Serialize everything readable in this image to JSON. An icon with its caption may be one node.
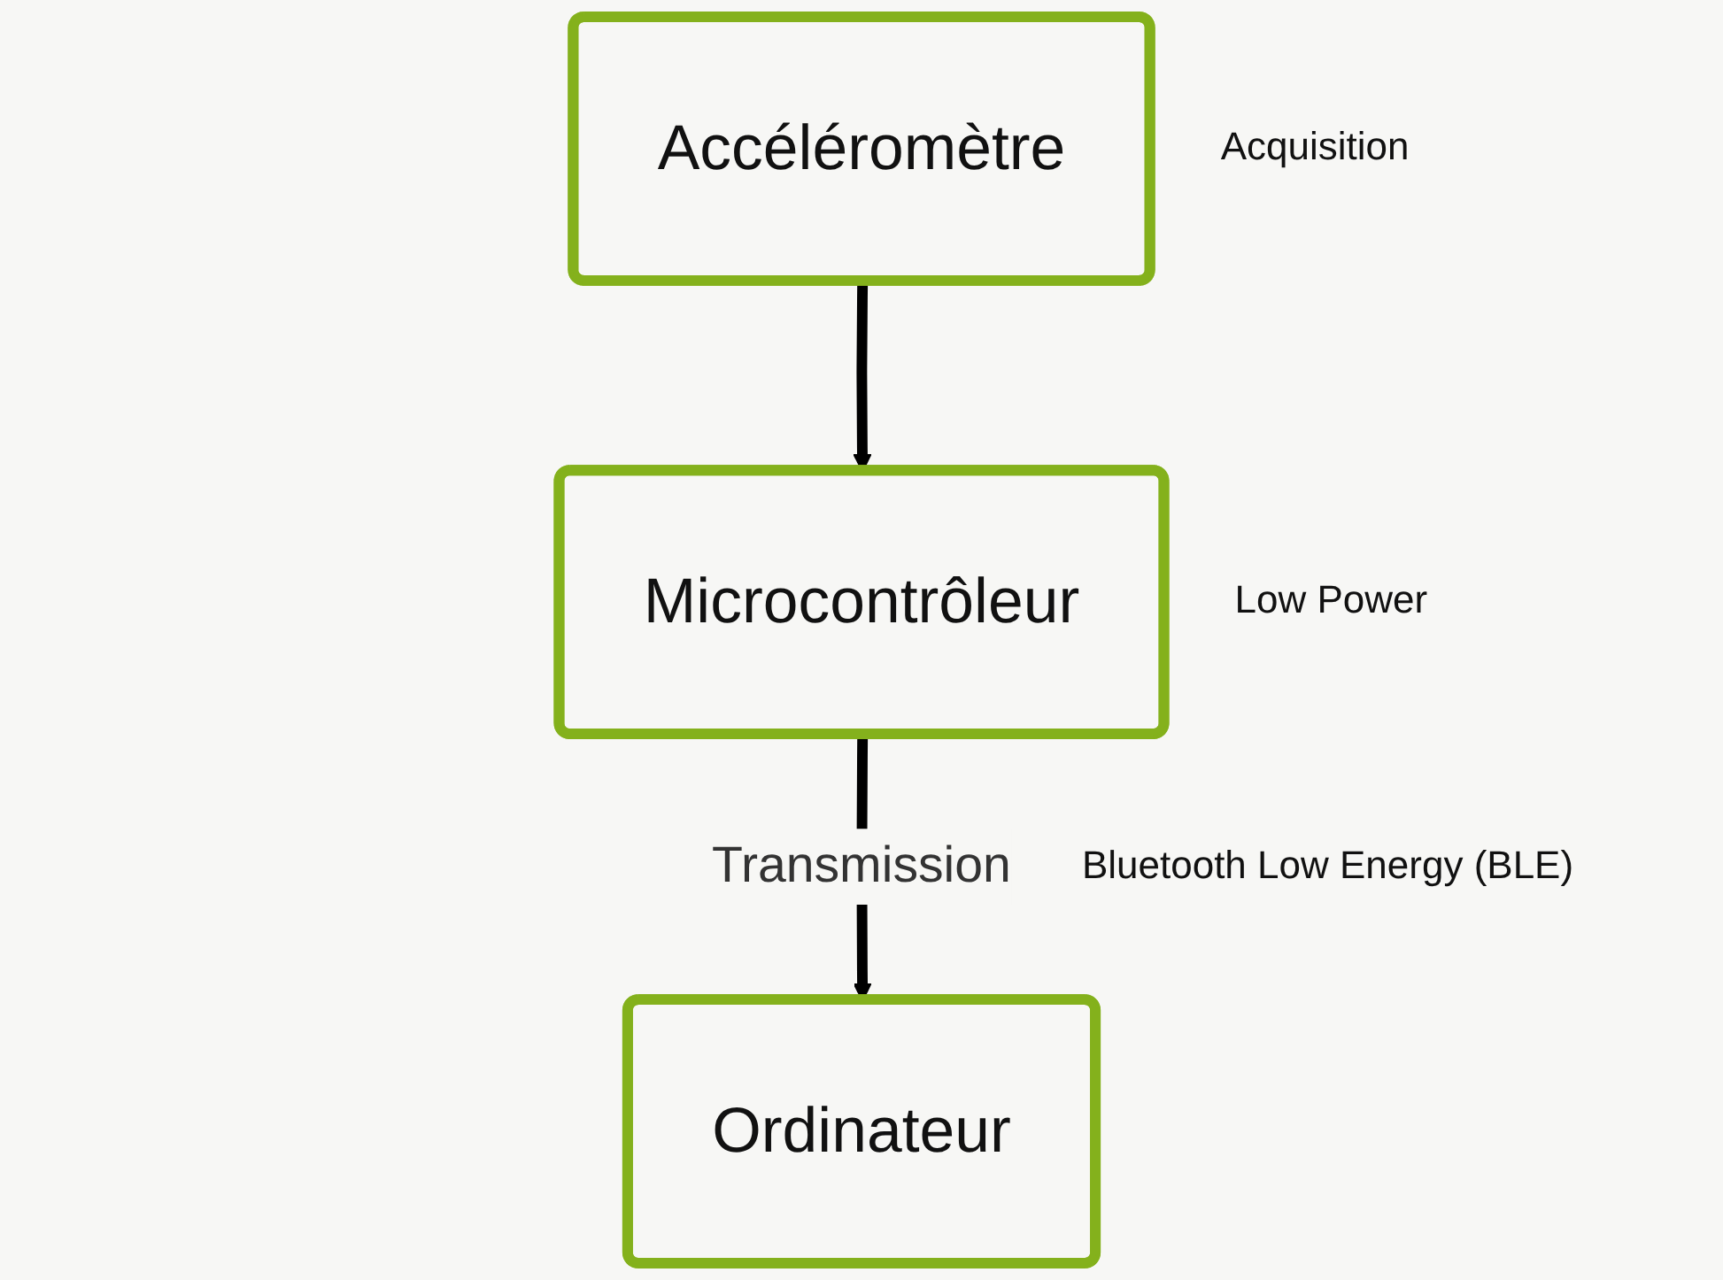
{
  "diagram": {
    "nodes": [
      {
        "text": [
          "Accéléromètre"
        ],
        "beside": [
          "Acquisition"
        ]
      },
      {
        "text": [
          "Microcontrôleur"
        ],
        "beside": [
          "Low Power"
        ]
      },
      {
        "text": [
          "Ordinateur"
        ]
      }
    ],
    "edges": [
      {
        "from": 0,
        "to": 1,
        "arrow": "to"
      },
      {
        "from": 1,
        "to": 2,
        "arrow": "to",
        "label": "Transmission"
      }
    ],
    "labels": [
      "Bluetooth Low Energy (BLE)"
    ]
  }
}
